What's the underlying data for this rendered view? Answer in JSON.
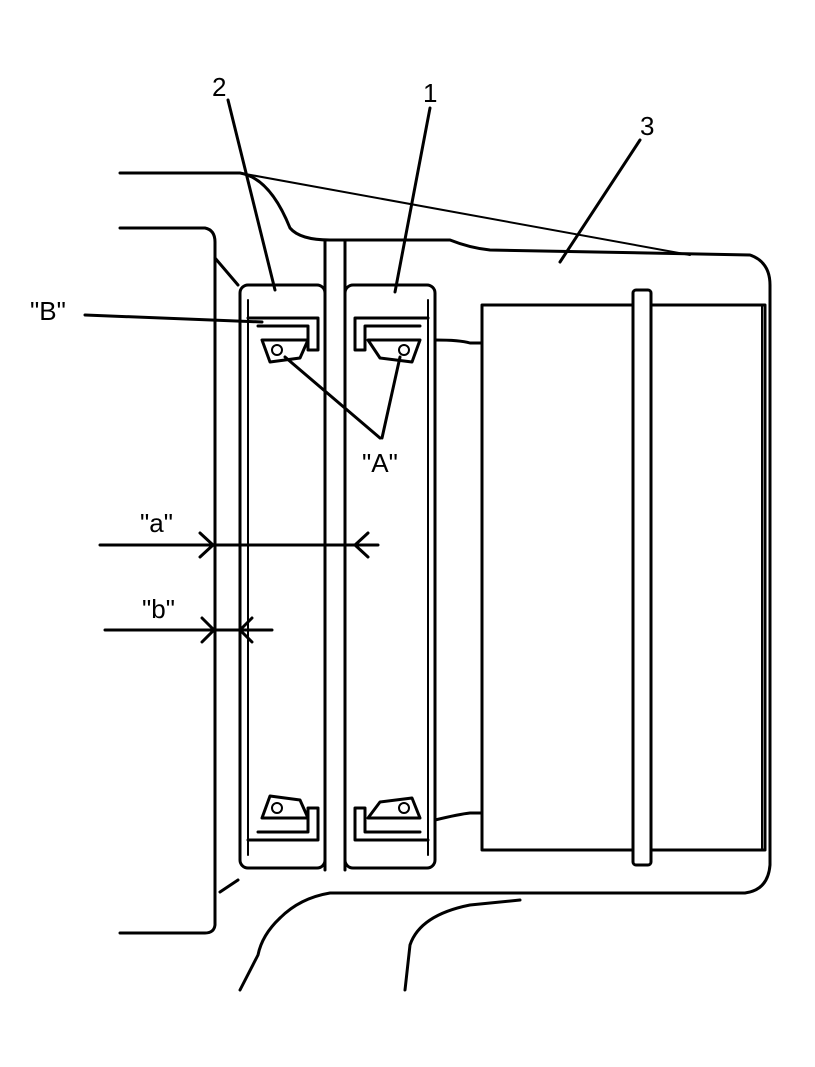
{
  "labels": {
    "part1": "1",
    "part2": "2",
    "part3": "3",
    "callout_B": "\"B\"",
    "callout_A": "\"A\"",
    "dim_a": "\"a\"",
    "dim_b": "\"b\""
  },
  "colors": {
    "line": "#000000",
    "background": "#ffffff"
  }
}
